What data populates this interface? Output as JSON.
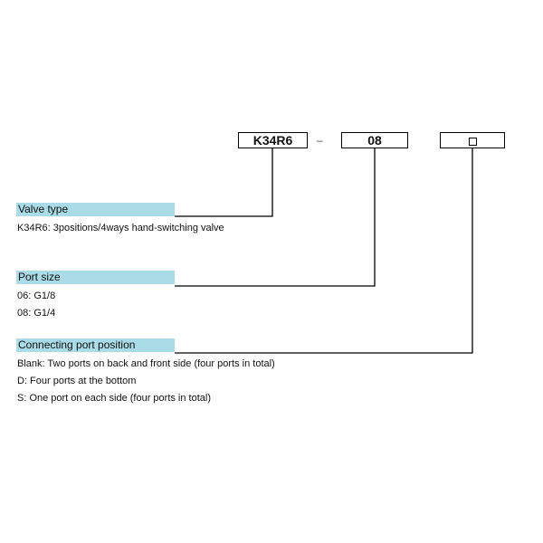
{
  "code": {
    "model": "K34R6",
    "separator": "–",
    "size": "08",
    "port_placeholder_icon": "empty-square-icon"
  },
  "sections": {
    "valve_type": {
      "title": "Valve type",
      "lines": [
        "K34R6: 3positions/4ways hand-switching valve"
      ]
    },
    "port_size": {
      "title": "Port size",
      "lines": [
        "06: G1/8",
        "08: G1/4"
      ]
    },
    "connecting_port": {
      "title": "Connecting port position",
      "lines": [
        "Blank: Two ports on back and front side (four ports in total)",
        "D: Four ports at the bottom",
        "S: One port on each side (four ports in total)"
      ]
    }
  },
  "colors": {
    "header_bg": "#a9dce6",
    "line": "#000000"
  }
}
